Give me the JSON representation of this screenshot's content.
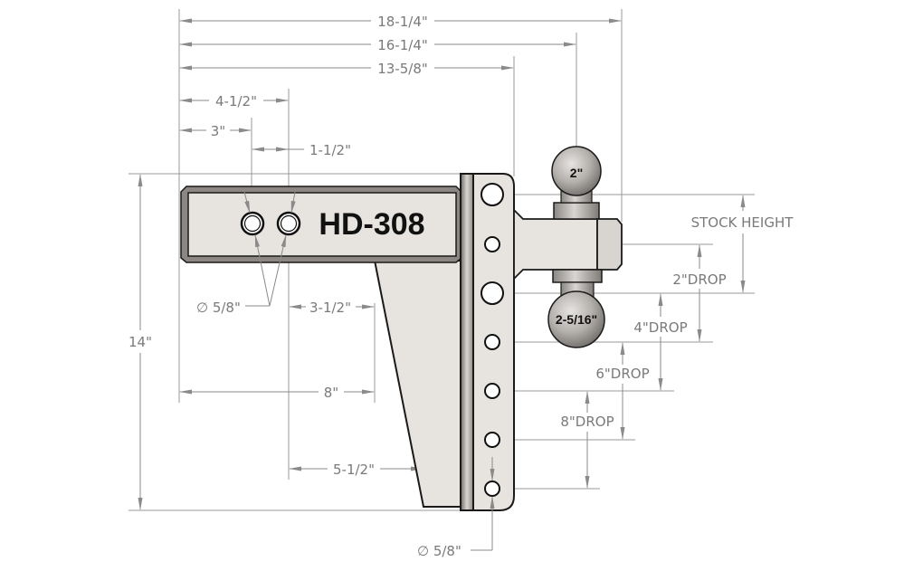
{
  "drawing": {
    "model_label": "HD-308",
    "colors": {
      "part_fill": "#e7e3df",
      "dimension_line": "#8a8a8a",
      "outline": "#1a1a1a",
      "background": "#ffffff"
    },
    "dimensions": {
      "overall_length": "18-1/4\"",
      "length_to_ball_center": "16-1/4\"",
      "length_to_riser_face": "13-5/8\"",
      "hole2_position": "4-1/2\"",
      "hole1_position": "3\"",
      "hole_spacing": "1-1/2\"",
      "shank_hole_diameter": "∅ 5/8\"",
      "gusset_top_offset": "3-1/2\"",
      "shank_length": "8\"",
      "gusset_bottom_offset": "5-1/2\"",
      "overall_height": "14\"",
      "riser_hole_diameter": "∅ 5/8\""
    },
    "drop_labels": {
      "stock_height": "STOCK HEIGHT",
      "drop_2": "2\"DROP",
      "drop_4": "4\"DROP",
      "drop_6": "6\"DROP",
      "drop_8": "8\"DROP"
    },
    "balls": {
      "top": "2\"",
      "bottom": "2-5/16\""
    }
  }
}
